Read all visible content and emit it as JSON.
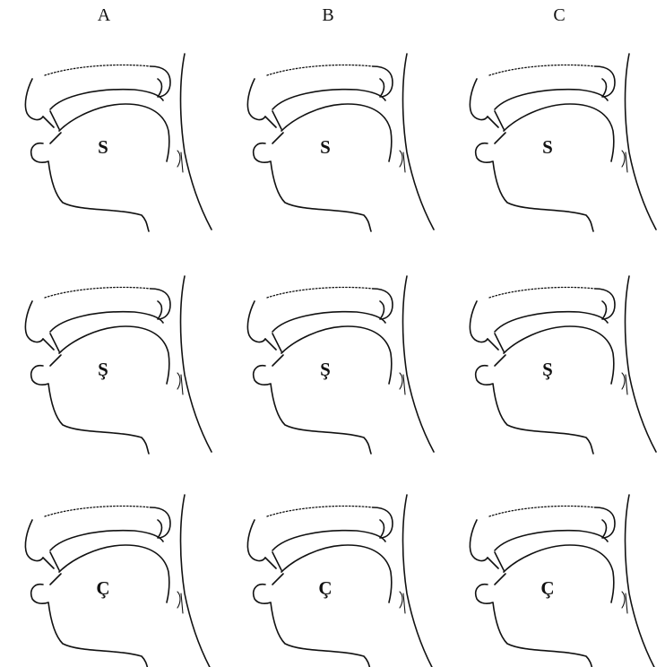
{
  "columns": [
    {
      "label": "A"
    },
    {
      "label": "B"
    },
    {
      "label": "C"
    }
  ],
  "rows": [
    {
      "symbol": "S"
    },
    {
      "symbol": "Ş"
    },
    {
      "symbol": "Ç"
    }
  ]
}
